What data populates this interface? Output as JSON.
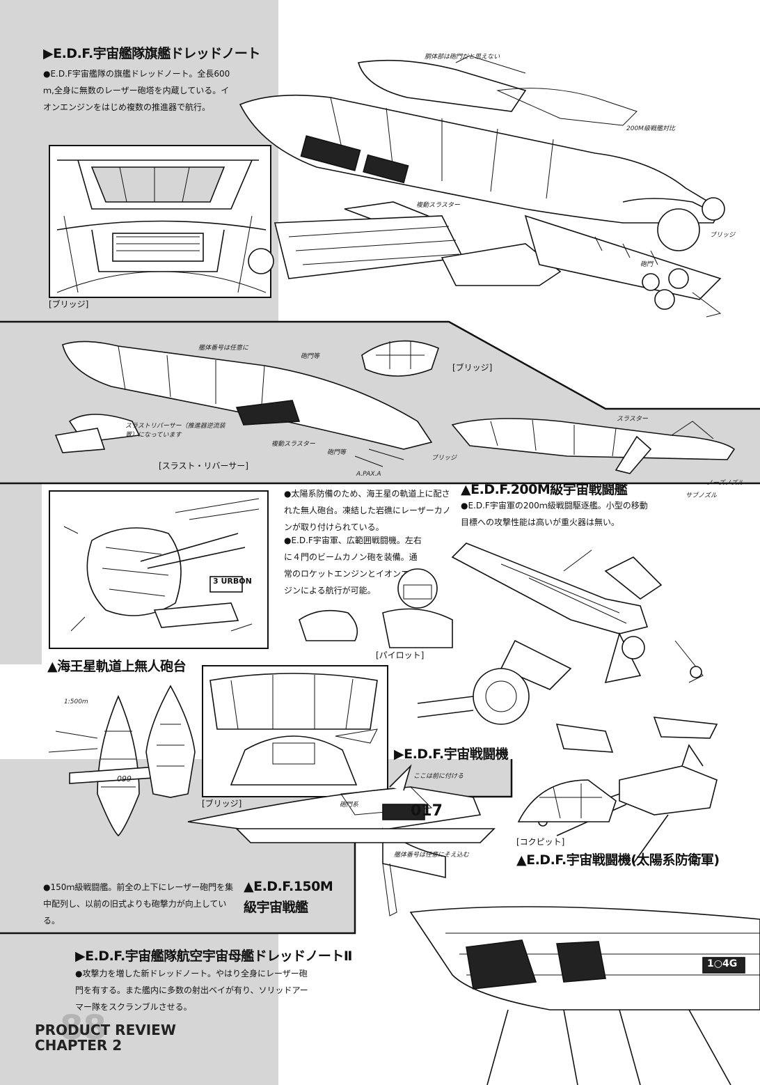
{
  "section1": {
    "title": "▶E.D.F.宇宙艦隊旗艦ドレッドノート",
    "caption": "●E.D.F宇宙艦隊の旗艦ドレッドノート。全長600ｍ,全身に無数のレーザー砲塔を内蔵している。イオンエンジンをはじめ複数の推進器で航行。",
    "bridge_label": "[ブリッジ]",
    "notes": [
      "胴体部は砲門だと思えない",
      "200M級戦艦対比",
      "複動スラスター",
      "ブリッジ",
      "砲門"
    ]
  },
  "section2": {
    "bridge_label": "[ブリッジ]",
    "thrust_label": "[スラスト・リバーサー]",
    "notes": [
      "艦体番号は任意に",
      "砲門等",
      "スラストリバーサー（推進器逆流装置）になっています",
      "複動スラスター",
      "砲門等",
      "ブリッジ",
      "スラスター",
      "ノーズノズル",
      "サブノズル",
      "A.PAX.A"
    ]
  },
  "section3": {
    "title": "▲E.D.F.200M級宇宙戦闘艦",
    "caption": "●E.D.F宇宙軍の200ｍ級戦闘駆逐艦。小型の移動目標への攻撃性能は高いが重火器は無い。"
  },
  "section4": {
    "title": "▲海王星軌道上無人砲台",
    "caption": "●太陽系防備のため、海王星の軌道上に配された無人砲台。凍結した岩礁にレーザーカノンが取り付けられている。",
    "sign": "3 URBON"
  },
  "section5": {
    "title": "▶E.D.F.宇宙戦闘機",
    "caption": "●E.D.F宇宙軍、広範囲戦闘機。左右に４門のビームカノン砲を装備。通常のロケットエンジンとイオンエンジンによる航行が可能。",
    "pilot_label": "[パイロット]",
    "bridge_label": "[ブリッジ]",
    "cockpit_label": "[コクピット]"
  },
  "section6": {
    "title_line1": "▲E.D.F.150M",
    "title_line2": "級宇宙戦艦",
    "caption": "●150ｍ級戦闘艦。前全の上下にレーザー砲門を集中配列し、以前の旧式よりも砲撃力が向上している。",
    "hull_number": "017",
    "hull_number_side": "099",
    "notes": [
      "1:500m",
      "ここは前に付ける",
      "砲門系",
      "艦体番号は任意にそえ込む"
    ]
  },
  "section7": {
    "title": "▲E.D.F.宇宙戦闘機(太陽系防衛軍)"
  },
  "section8": {
    "title": "▶E.D.F.宇宙艦隊航空宇宙母艦ドレッドノートⅡ",
    "caption": "●攻撃力を増した新ドレッドノート。やはり全身にレーザー砲門を有する。また艦内に多数の射出ベイが有り、ソリッドアーマー隊をスクランブルさせる。",
    "hull_mark": "1○4G"
  },
  "footer": {
    "line1": "PRODUCT REVIEW",
    "line2": "CHAPTER 2",
    "page": "88"
  },
  "colors": {
    "panel_gray": "#d6d6d6",
    "ink": "#111111"
  }
}
